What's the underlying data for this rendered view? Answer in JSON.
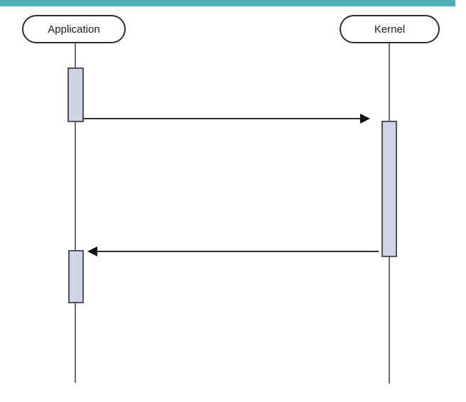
{
  "diagram": {
    "type": "uml-sequence-diagram",
    "actors": [
      {
        "id": "application",
        "label": "Application"
      },
      {
        "id": "kernel",
        "label": "Kernel"
      }
    ],
    "messages": [
      {
        "from": "Application",
        "to": "Kernel",
        "label": "",
        "direction": "right"
      },
      {
        "from": "Kernel",
        "to": "Application",
        "label": "",
        "direction": "left"
      }
    ],
    "colors": {
      "accent_bar": "#54aeba",
      "activation_fill": "#ced3e6",
      "activation_border": "#52525c",
      "lifeline": "#6e6e6e",
      "arrow": "#2f2f2f",
      "actor_border": "#2e2e2e",
      "actor_fill": "#ffffff",
      "background": "#ffffff"
    }
  }
}
